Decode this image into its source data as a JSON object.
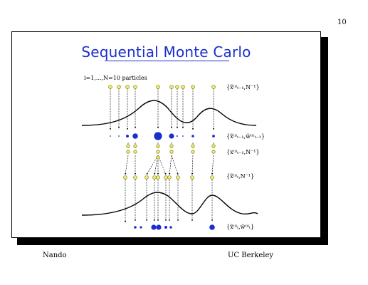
{
  "page_number": "10",
  "slide_title": "Sequential Monte Carlo",
  "particles_note": "i=1,...,N=10 particles",
  "row_labels": {
    "prior": "{x̃⁽ⁱ⁾ₜ₋₁,N⁻¹}",
    "weighted_prior": "{x̃⁽ⁱ⁾ₜ₋₁,w̃⁽ⁱ⁾ₜ₋₁}",
    "resampled": "{x⁽ⁱ⁾ₜ₋₁,N⁻¹}",
    "predicted": "{x̃⁽ⁱ⁾ₜ,N⁻¹}",
    "weighted_posterior": "{x̃⁽ⁱ⁾ₜ,w̃⁽ⁱ⁾ₜ}"
  },
  "footer": {
    "left": "Nando",
    "right": "UC Berkeley"
  },
  "colors": {
    "particle_fill": "#f2f07a",
    "particle_stroke": "#8a8a20",
    "weight_fill": "#1a2ecc",
    "title": "#1a2ecc"
  }
}
